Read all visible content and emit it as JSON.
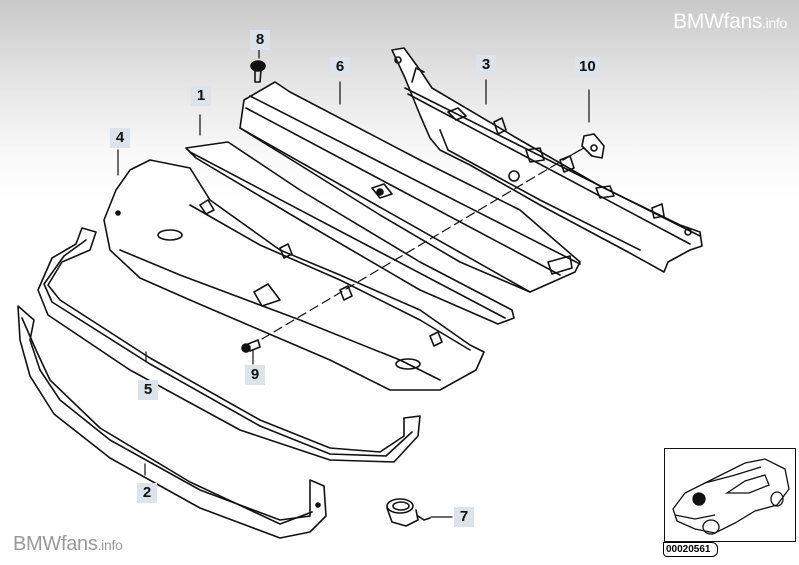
{
  "watermark": {
    "brand": "BMWfans",
    "suffix": ".info"
  },
  "diagram": {
    "title": "Exploded parts diagram - cowl / windscreen cover panel assembly",
    "callouts": [
      {
        "id": "c1",
        "label": "1"
      },
      {
        "id": "c2",
        "label": "2"
      },
      {
        "id": "c3",
        "label": "3"
      },
      {
        "id": "c4",
        "label": "4"
      },
      {
        "id": "c5",
        "label": "5"
      },
      {
        "id": "c6",
        "label": "6"
      },
      {
        "id": "c7",
        "label": "7"
      },
      {
        "id": "c8",
        "label": "8"
      },
      {
        "id": "c9",
        "label": "9"
      },
      {
        "id": "c10",
        "label": "10"
      }
    ],
    "reference_number": "00020561"
  },
  "colors": {
    "callout_bg": "#dde3ea",
    "line": "#111111",
    "header_gradient_top": "#c9c9c9"
  }
}
